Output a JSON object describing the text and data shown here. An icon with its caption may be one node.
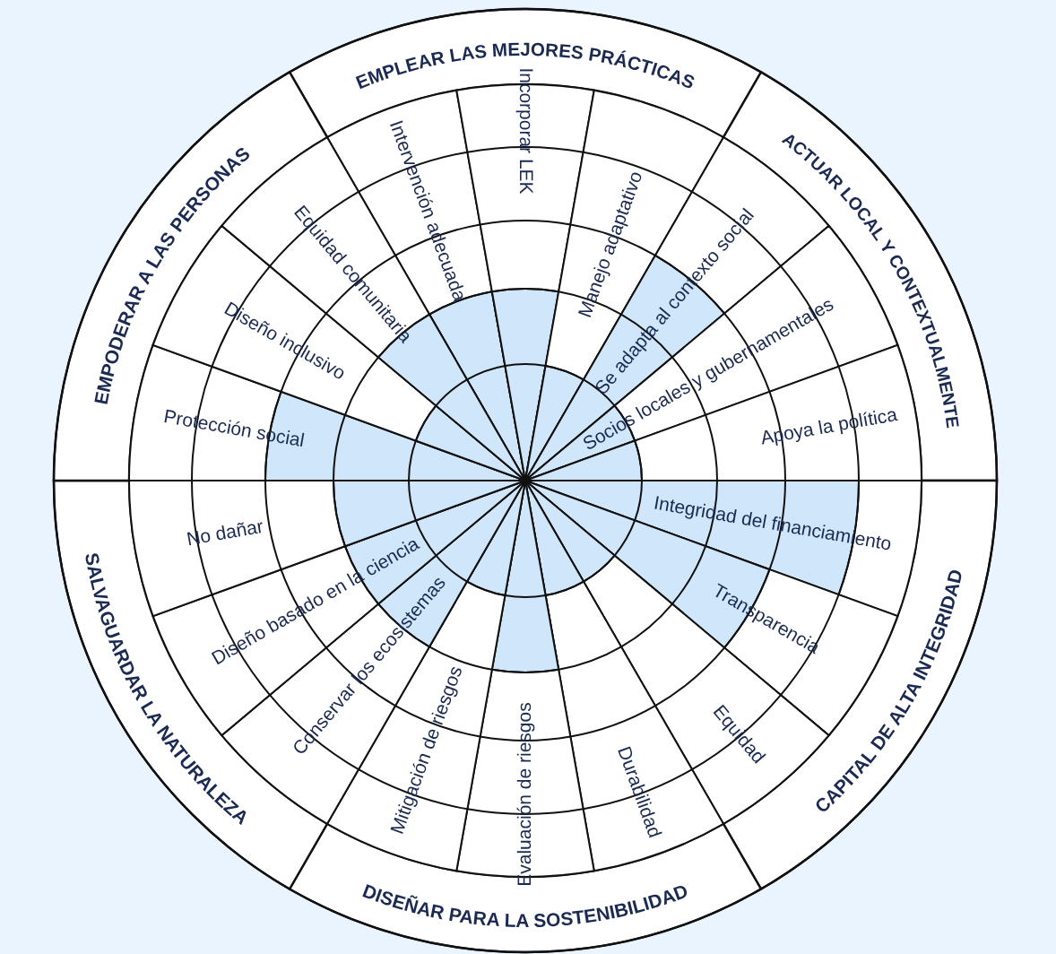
{
  "diagram": {
    "nodes": [
      {
        "text": [
          "EMPLEAR LAS MEJORES PRÁCTICAS"
        ]
      },
      {
        "text": [
          "Intervención adecuada"
        ]
      },
      {
        "text": [
          "Incorporar LEK"
        ]
      },
      {
        "text": [
          "Manejo adaptativo"
        ]
      },
      {
        "text": [
          "ACTUAR LOCAL Y CONTEXTUALMENTE"
        ]
      },
      {
        "text": [
          "Se adapta al contexto social"
        ]
      },
      {
        "text": [
          "Socios locales y gubernamentales"
        ]
      },
      {
        "text": [
          "Apoya la política"
        ]
      },
      {
        "text": [
          "CAPITAL DE ALTA INTEGRIDAD"
        ]
      },
      {
        "text": [
          "Integridad del financiamiento"
        ]
      },
      {
        "text": [
          "Transparencia"
        ]
      },
      {
        "text": [
          "Equidad"
        ]
      },
      {
        "text": [
          "DISEÑAR PARA LA SOSTENIBILIDAD"
        ]
      },
      {
        "text": [
          "Durabilidad"
        ]
      },
      {
        "text": [
          "Evaluación de riesgos"
        ]
      },
      {
        "text": [
          "Mitigación de riesgos"
        ]
      },
      {
        "text": [
          "SALVAGUARDAR LA NATURALEZA"
        ]
      },
      {
        "text": [
          "Conservar los ecosistemas"
        ]
      },
      {
        "text": [
          "Diseño basado en la ciencia"
        ]
      },
      {
        "text": [
          "No dañar"
        ]
      },
      {
        "text": [
          "EMPODERAR A LAS PERSONAS"
        ]
      },
      {
        "text": [
          "Protección social"
        ]
      },
      {
        "text": [
          "Diseño inclusivo"
        ]
      },
      {
        "text": [
          "Equidad comunitaria"
        ]
      }
    ]
  }
}
